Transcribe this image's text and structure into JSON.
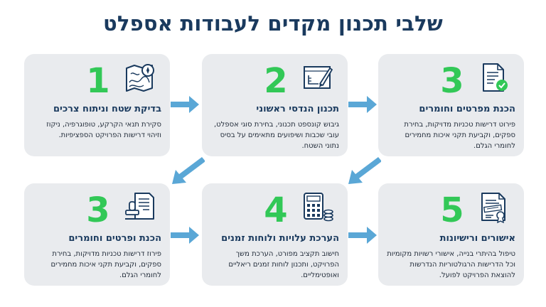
{
  "title": "שלבי תכנון מקדים לעבודות אספלט",
  "cards": [
    {
      "number": "1",
      "icon": "topographic-map-compass-icon",
      "title": "בדיקת שטח וניתוח צרכים",
      "desc": "סקירת תנאי הקרקע, טופוגרפיה, ניקוז וזיהוי דרישות הפרויקט הספציפיות."
    },
    {
      "number": "2",
      "icon": "blueprint-pencil-icon",
      "title": "תכנון הנדסי ראשוני",
      "desc": "גיבוש קונספט תכנוני, בחירת סוגי אספלט, עובי שכבות ושיפועים מתאימים על בסיס נתוני השטח."
    },
    {
      "number": "3",
      "icon": "checklist-document-icon",
      "title": "הכנת מפרטים וחומרים",
      "desc": "פירוט דרישות טכניות מדויקות, בחירת ספקים, וקביעת תקני איכות מחמירים לחומרי הגלם."
    },
    {
      "number": "3",
      "icon": "stamp-document-icon",
      "title": "הכנת ופרטים וחומרים",
      "desc": "פירוז דרישות טכניות מדויקות, בחירת ספקים, וקביעת תקני איכות מחמירים לחומרי הגלם."
    },
    {
      "number": "4",
      "icon": "calculator-coins-icon",
      "title": "הערכת עלויות ולוחות זמנים",
      "desc": "חישוב תקציב מפורט, הערכת משך הפרויקט, ותכנון לוחות זמנים ריאליים ואופטימליים."
    },
    {
      "number": "5",
      "icon": "approved-document-icon",
      "title": "אישורים ורישיונות",
      "desc": "טיפול בהיתרי בנייה, אישורי רשויות מקומיות וכל הדרישות הרגולטוריות הנדרשות להוצאת הפרויקט לפועל."
    }
  ],
  "colors": {
    "title": "#1a3a5e",
    "number": "#32c857",
    "arrow": "#5aa7d6",
    "card": "#e9ebee"
  }
}
